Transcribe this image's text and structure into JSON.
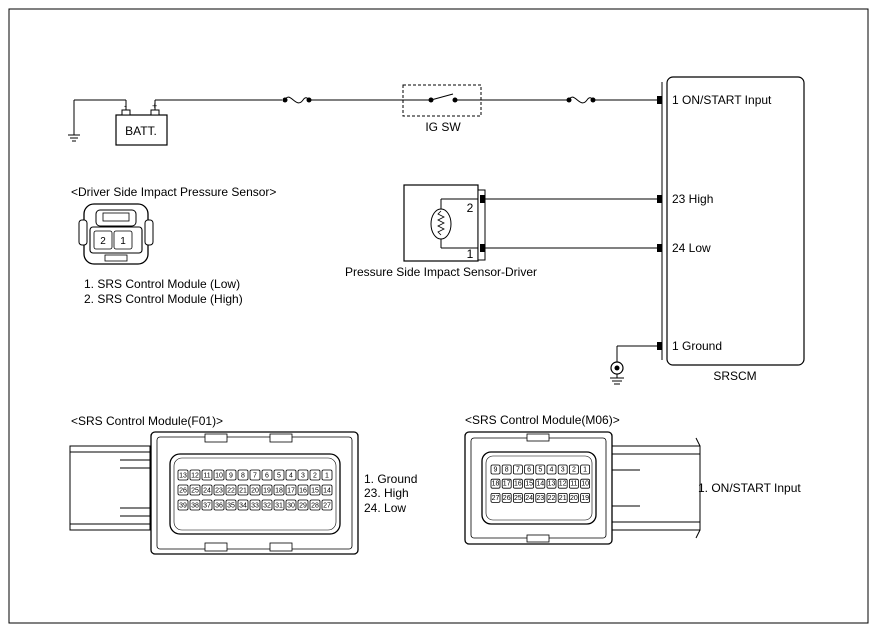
{
  "battery": {
    "label": "BATT.",
    "minus": "-",
    "plus": "+"
  },
  "ig_switch": {
    "label": "IG SW"
  },
  "module": {
    "name": "SRSCM",
    "pins": {
      "on_start": "1 ON/START Input",
      "high": "23 High",
      "low": "24 Low",
      "ground": "1 Ground"
    }
  },
  "sensor": {
    "name": "Pressure Side Impact Sensor-Driver",
    "pin_top": "2",
    "pin_bottom": "1"
  },
  "driver_connector": {
    "title": "<Driver Side Impact Pressure Sensor>",
    "pins": [
      "2",
      "1"
    ],
    "legend": [
      "1. SRS Control Module (Low)",
      "2. SRS Control Module (High)"
    ]
  },
  "f01_connector": {
    "title": "<SRS Control Module(F01)>",
    "rows": [
      [
        "13",
        "12",
        "11",
        "10",
        "9",
        "8",
        "7",
        "6",
        "5",
        "4",
        "3",
        "2",
        "1"
      ],
      [
        "26",
        "25",
        "24",
        "23",
        "22",
        "21",
        "20",
        "19",
        "18",
        "17",
        "16",
        "15",
        "14"
      ],
      [
        "39",
        "38",
        "37",
        "36",
        "35",
        "34",
        "33",
        "32",
        "31",
        "30",
        "29",
        "28",
        "27"
      ]
    ],
    "legend": [
      "1. Ground",
      "23. High",
      "24. Low"
    ]
  },
  "m06_connector": {
    "title": "<SRS Control Module(M06)>",
    "rows": [
      [
        "9",
        "8",
        "7",
        "6",
        "5",
        "4",
        "3",
        "2",
        "1"
      ],
      [
        "18",
        "17",
        "16",
        "15",
        "14",
        "13",
        "12",
        "11",
        "10"
      ],
      [
        "27",
        "26",
        "25",
        "24",
        "23",
        "22",
        "21",
        "20",
        "19"
      ]
    ],
    "legend": [
      "1. ON/START Input"
    ]
  }
}
